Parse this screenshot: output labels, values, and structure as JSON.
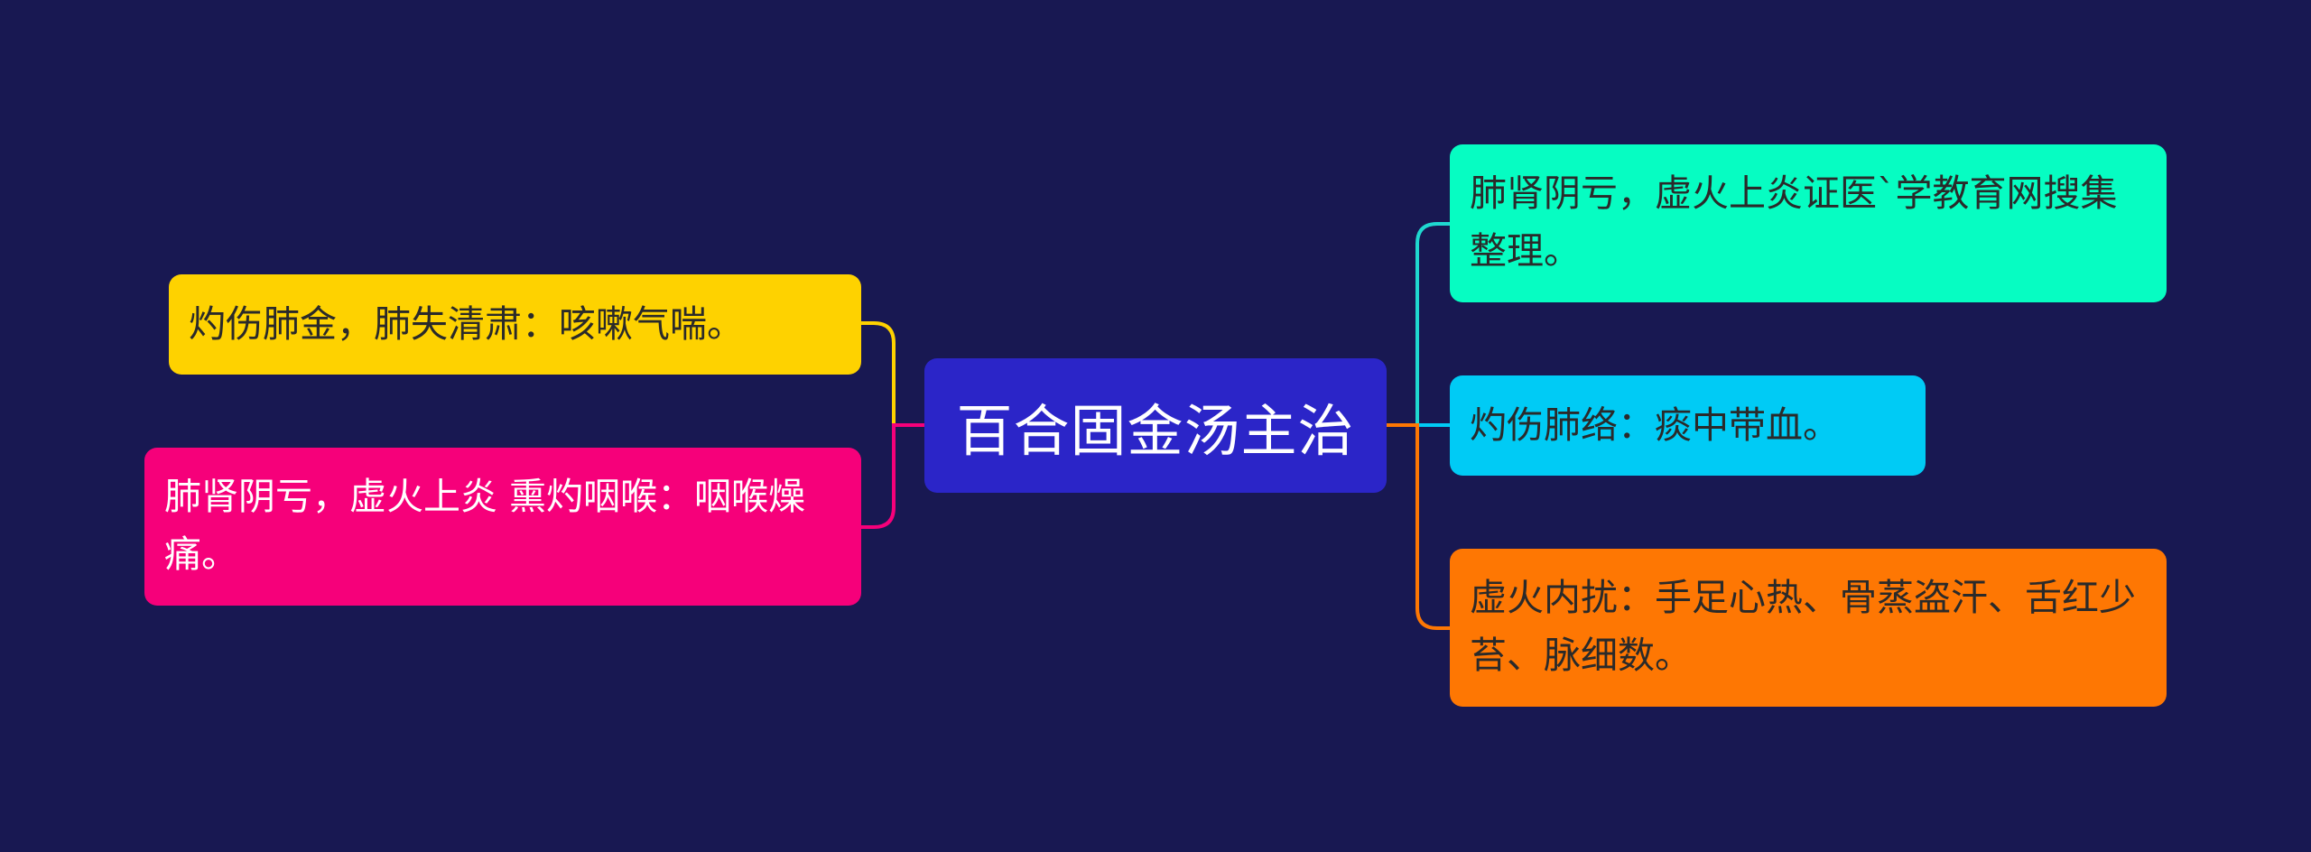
{
  "root": {
    "label": "百合固金汤主治"
  },
  "left_branches": [
    {
      "label": "灼伤肺金，肺失清肃：咳嗽气喘。",
      "color": "#fed200",
      "line_color": "#fed200"
    },
    {
      "label": "肺肾阴亏，虚火上炎 熏灼咽喉：咽喉燥痛。",
      "color": "#f6007a",
      "line_color": "#f6007a"
    }
  ],
  "right_branches": [
    {
      "label": "肺肾阴亏，虚火上炎证医`学教育网搜集整理。",
      "color": "#06fdc2",
      "line_color": "#1fd8d0"
    },
    {
      "label": "灼伤肺络：痰中带血。",
      "color": "#00cbf5",
      "line_color": "#00cbf5"
    },
    {
      "label": "虚火内扰：手足心热、骨蒸盗汗、舌红少苔、脉细数。",
      "color": "#fe7703",
      "line_color": "#fe7703"
    }
  ]
}
